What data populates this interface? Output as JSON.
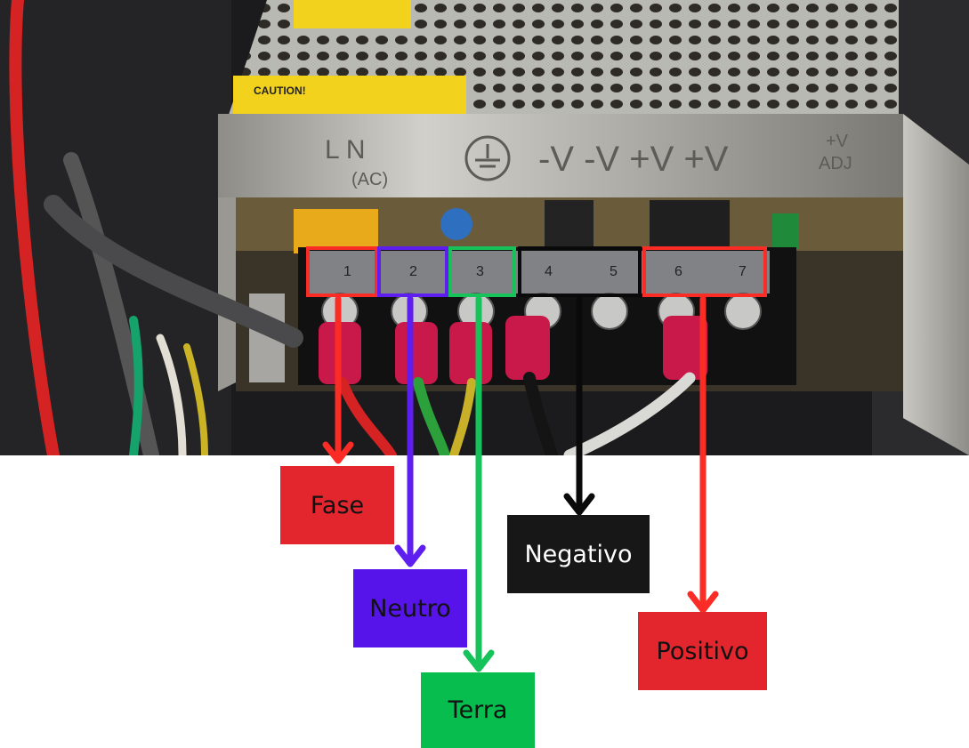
{
  "photo": {
    "panel_text_1": "L  N",
    "panel_text_2": "(AC)",
    "panel_text_3": "-V   -V   +V   +V",
    "panel_text_4": "+V",
    "panel_text_5": "ADJ",
    "caution": "CAUTION!",
    "terminal_numbers": [
      "1",
      "2",
      "3",
      "4",
      "5",
      "6",
      "7"
    ]
  },
  "labels": {
    "fase": {
      "text": "Fase",
      "bg": "#e3262e",
      "fg": "#111111"
    },
    "neutro": {
      "text": "Neutro",
      "bg": "#5714ea",
      "fg": "#111111"
    },
    "terra": {
      "text": "Terra",
      "bg": "#06bd4e",
      "fg": "#111111"
    },
    "negativo": {
      "text": "Negativo",
      "bg": "#171717",
      "fg": "#ffffff"
    },
    "positivo": {
      "text": "Positivo",
      "bg": "#e3262e",
      "fg": "#111111"
    }
  },
  "colors": {
    "red": "#fb2b26",
    "purple": "#5f1ef0",
    "green": "#16c35a",
    "black": "#0a0a0a"
  }
}
